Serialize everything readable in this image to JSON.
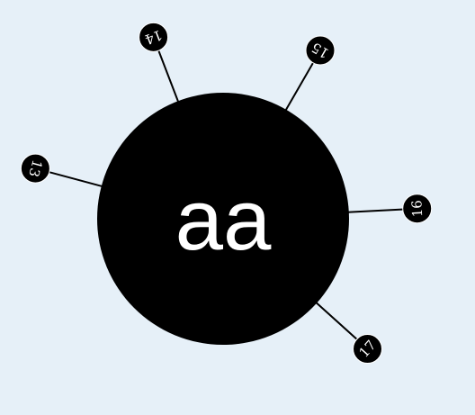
{
  "game": {
    "core_label": "aa",
    "core_color": "#000000",
    "background_color": "#e6f0f8",
    "pin_text_color": "#ffffff",
    "pins": [
      {
        "label": "13",
        "angle_deg": 285
      },
      {
        "label": "14",
        "angle_deg": 339
      },
      {
        "label": "15",
        "angle_deg": 30
      },
      {
        "label": "16",
        "angle_deg": 87
      },
      {
        "label": "17",
        "angle_deg": 132
      }
    ]
  }
}
